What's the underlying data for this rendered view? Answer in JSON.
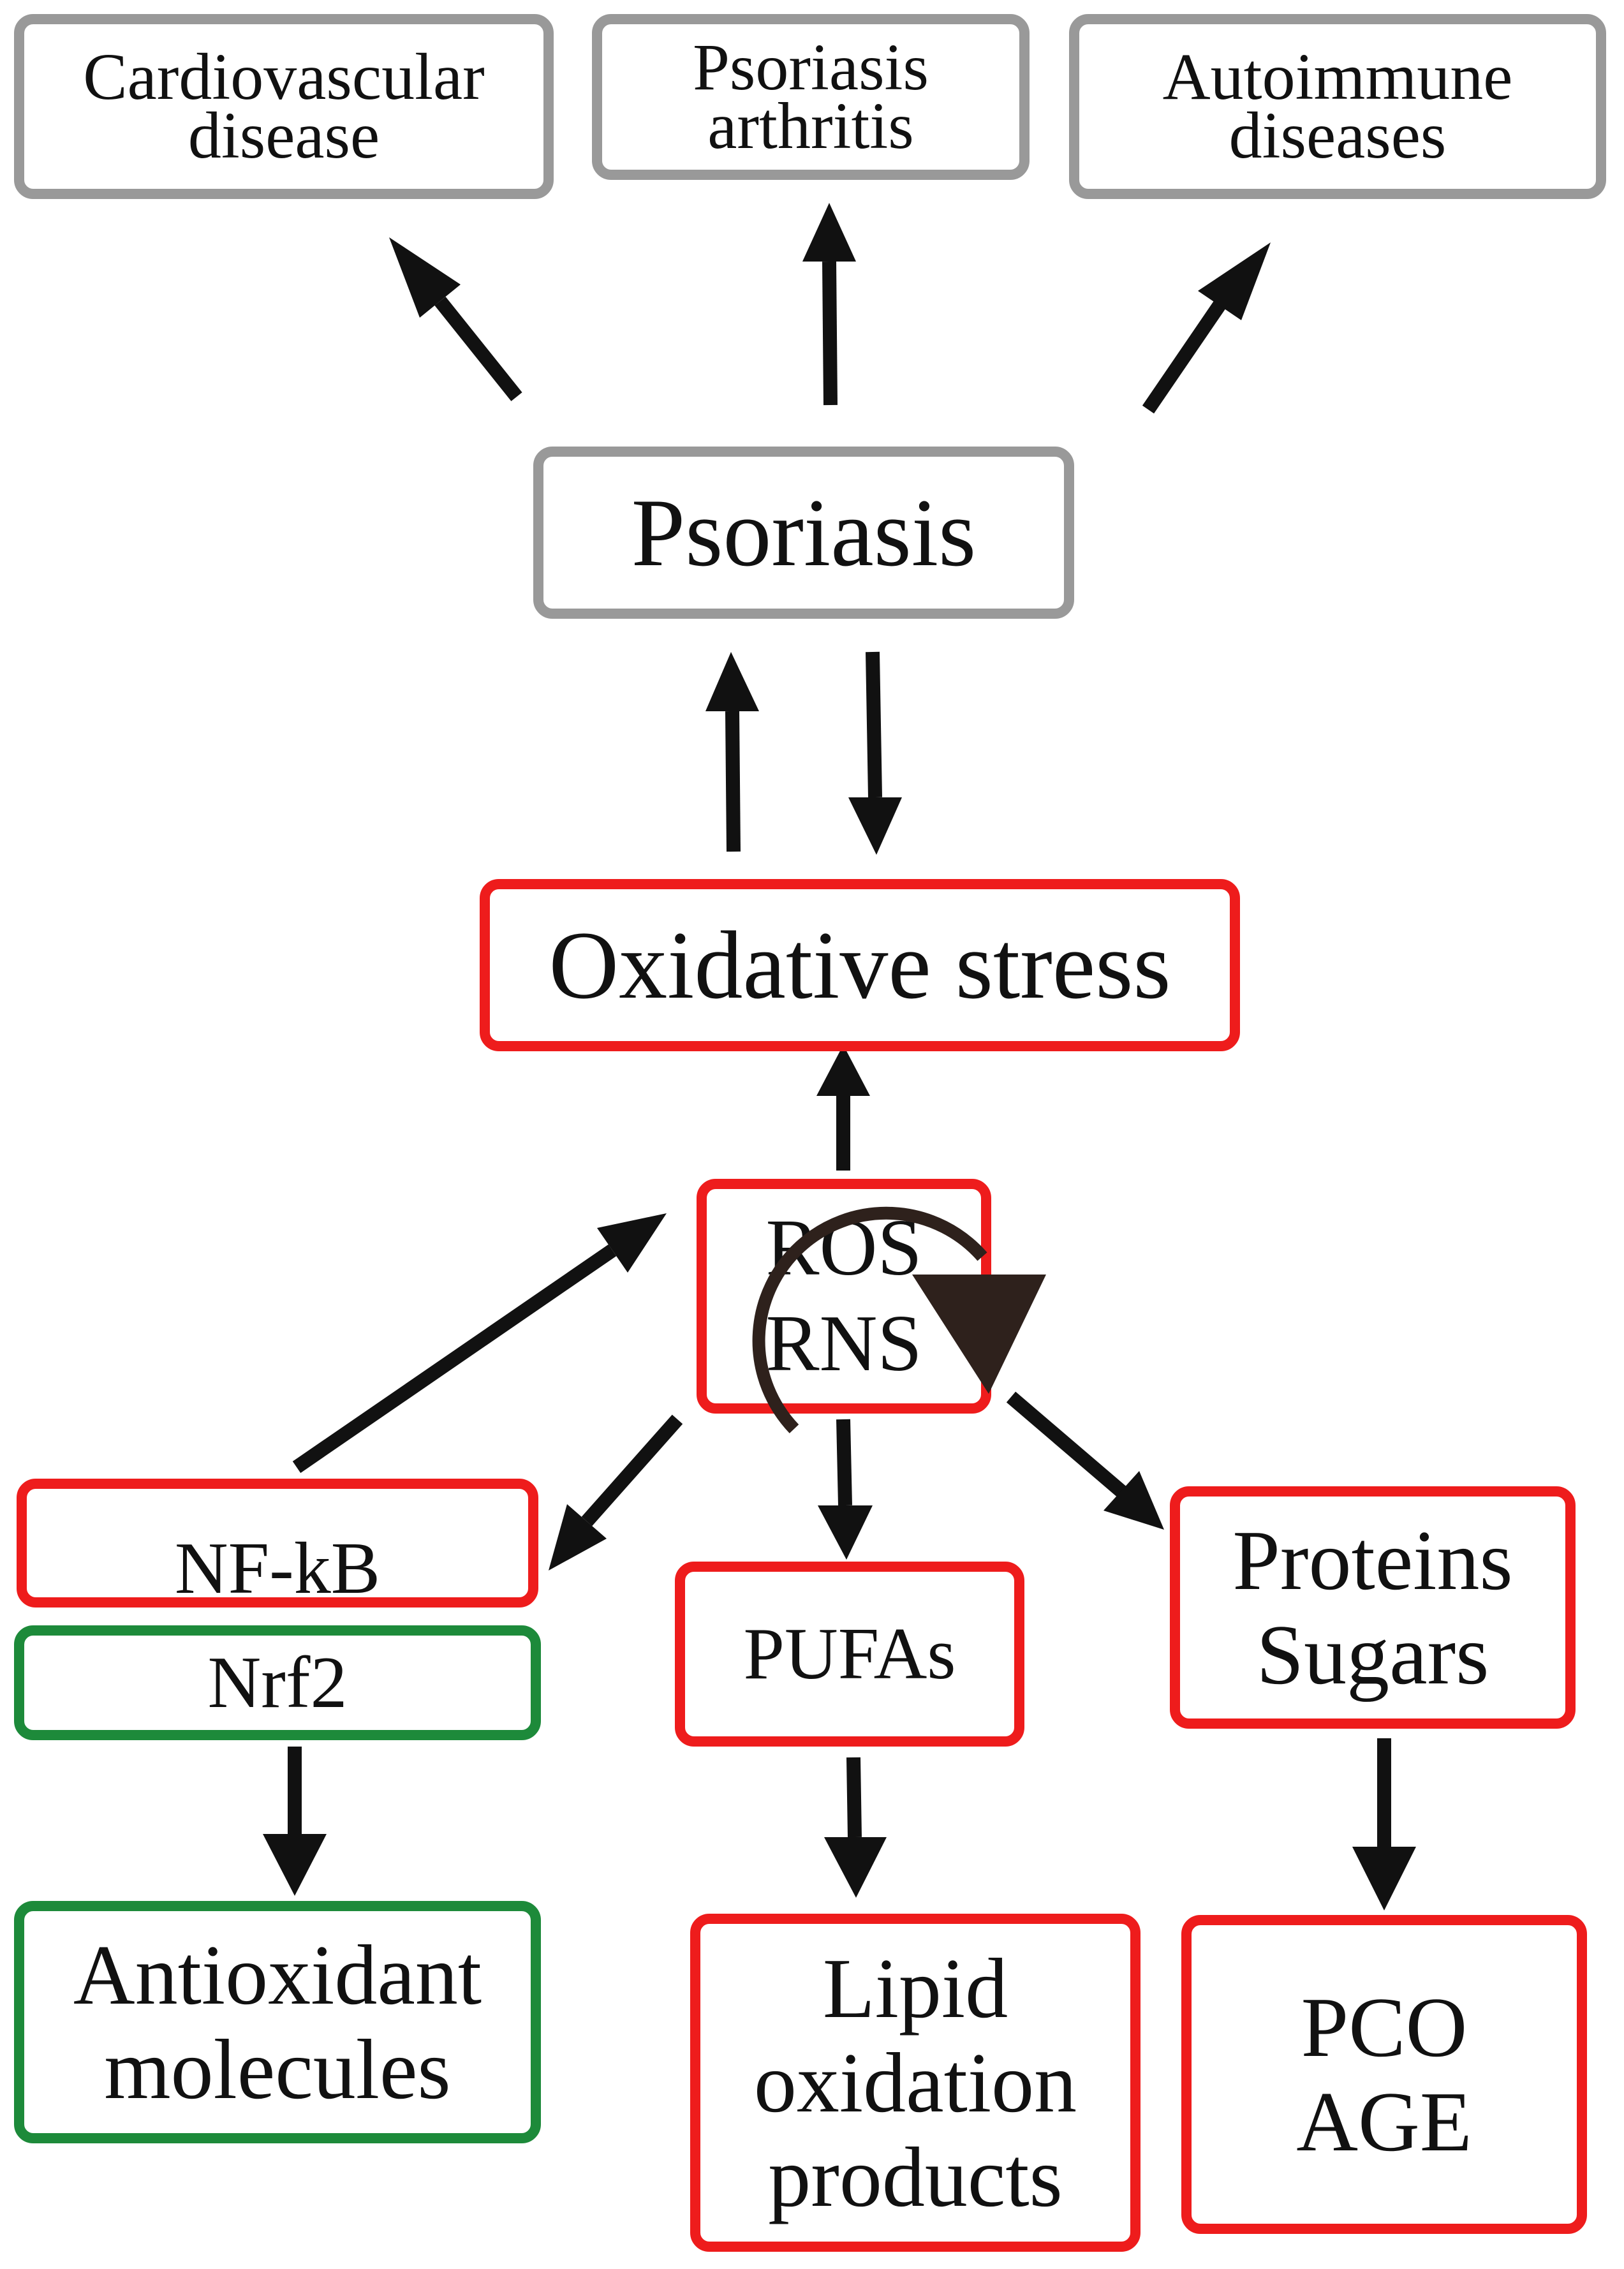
{
  "nodes": {
    "cardiovascular": [
      "Cardiovascular",
      "disease"
    ],
    "psoriasis_arthritis": [
      "Psoriasis",
      "arthritis"
    ],
    "autoimmune": [
      "Autoimmune",
      "diseases"
    ],
    "psoriasis": "Psoriasis",
    "oxidative_stress": "Oxidative stress",
    "ros_rns": [
      "ROS",
      "RNS"
    ],
    "nfkb": "NF-kB",
    "nrf2": "Nrf2",
    "antioxidant": [
      "Antioxidant",
      "molecules"
    ],
    "pufas": "PUFAs",
    "lipid": [
      "Lipid",
      "oxidation",
      "products"
    ],
    "proteins_sugars": [
      "Proteins",
      "Sugars"
    ],
    "pco_age": [
      "PCO",
      "AGE"
    ]
  },
  "colors": {
    "gray_border": "#999999",
    "red_border": "#ee1c1c",
    "green_border": "#1d8a3a",
    "arrow": "#111111",
    "cycle_arrow": "#2e211c"
  },
  "edges": [
    {
      "from": "psoriasis",
      "to": "cardiovascular"
    },
    {
      "from": "psoriasis",
      "to": "psoriasis_arthritis"
    },
    {
      "from": "psoriasis",
      "to": "autoimmune"
    },
    {
      "from": "oxidative_stress",
      "to": "psoriasis"
    },
    {
      "from": "psoriasis",
      "to": "oxidative_stress"
    },
    {
      "from": "ros_rns",
      "to": "oxidative_stress"
    },
    {
      "from": "nfkb",
      "to": "ros_rns"
    },
    {
      "from": "ros_rns",
      "to": "nfkb"
    },
    {
      "from": "ros_rns",
      "to": "pufas"
    },
    {
      "from": "ros_rns",
      "to": "proteins_sugars"
    },
    {
      "from": "nrf2",
      "to": "antioxidant"
    },
    {
      "from": "pufas",
      "to": "lipid"
    },
    {
      "from": "proteins_sugars",
      "to": "pco_age"
    }
  ]
}
